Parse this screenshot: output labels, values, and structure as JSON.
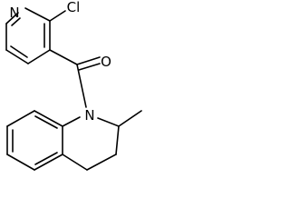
{
  "molecule": {
    "atoms": {
      "pyridine_n": "N",
      "chlorine": "Cl",
      "carbonyl_o": "O",
      "ring_n": "N"
    }
  },
  "colors": {
    "bond": "#000000",
    "label": "#000000",
    "background": "#ffffff"
  }
}
